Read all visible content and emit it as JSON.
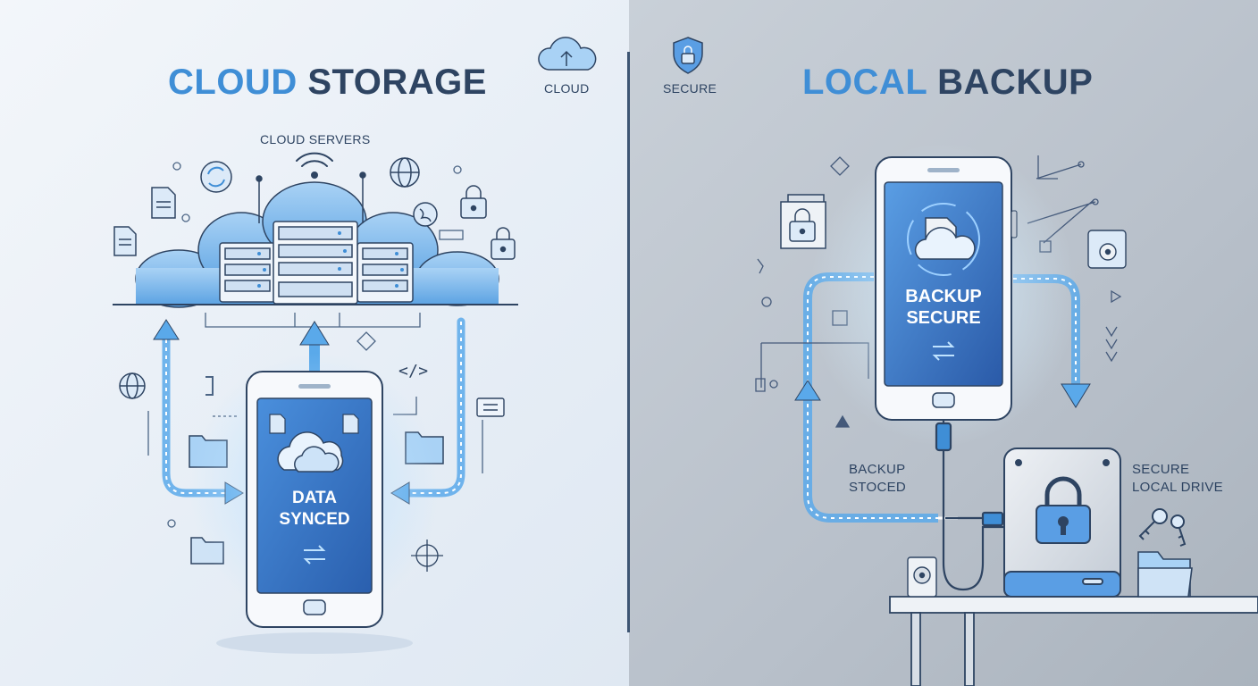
{
  "left": {
    "title_accent": "CLOUD",
    "title_rest": "STORAGE",
    "servers_label": "CLOUD SERVERS",
    "phone_line1": "DATA",
    "phone_line2": "SYNCED",
    "code_glyph": "</>"
  },
  "center": {
    "cloud_label": "CLOUD",
    "secure_label": "SECURE"
  },
  "right": {
    "title_accent": "LOCAL",
    "title_rest": "BACKUP",
    "phone_line1": "BACKUP",
    "phone_line2": "SECURE",
    "backup_label_1": "BACKUP",
    "backup_label_2": "STOCED",
    "drive_label_1": "SECURE",
    "drive_label_2": "LOCAL DRIVE"
  },
  "icons": [
    "cloud-upload-icon",
    "shield-lock-icon",
    "sync-icon",
    "globe-icon",
    "document-icon",
    "padlock-icon",
    "folder-icon",
    "code-icon",
    "wifi-icon",
    "key-icon",
    "disk-icon",
    "hard-drive-icon"
  ],
  "colors": {
    "accent": "#3f8ed6",
    "dark": "#2e4462",
    "screen": "#2f6fc0",
    "glow": "#7fc6ff"
  }
}
